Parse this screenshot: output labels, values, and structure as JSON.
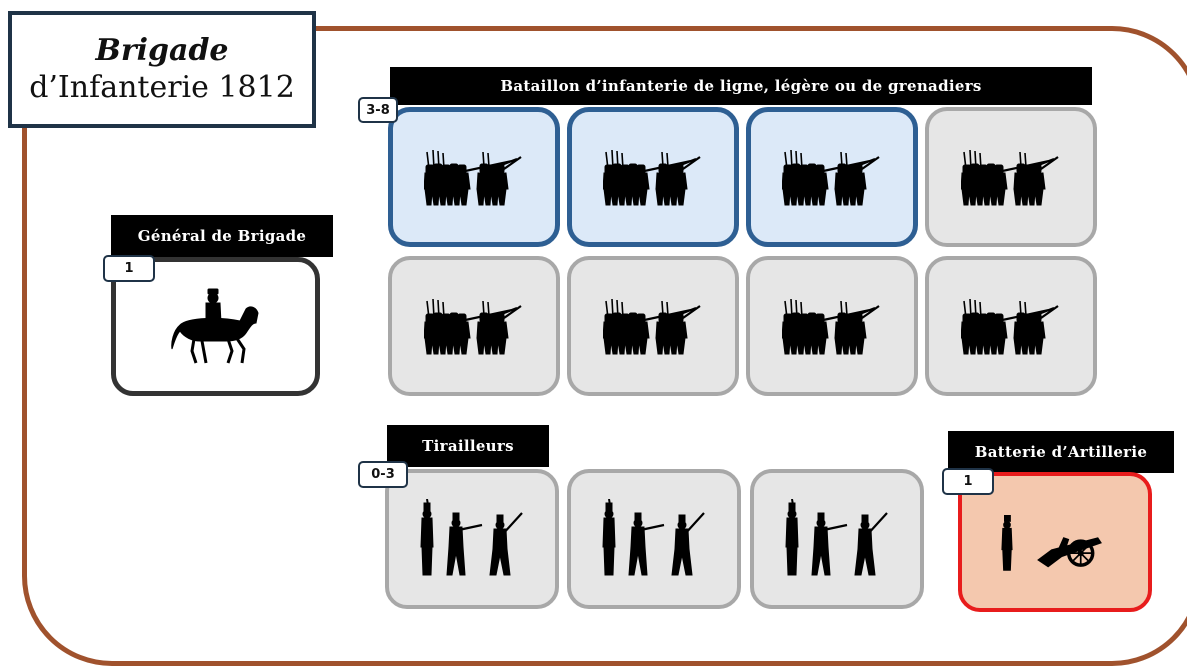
{
  "title": {
    "line1": "Brigade",
    "line2": "d’Infanterie 1812"
  },
  "battalions": {
    "banner": "Bataillon d’infanterie de ligne, légère ou de grenadiers",
    "count": "3-8"
  },
  "general": {
    "banner": "Général de Brigade",
    "count": "1"
  },
  "skirmishers": {
    "banner": "Tirailleurs",
    "count": "0-3"
  },
  "artillery": {
    "banner": "Batterie d’Artillerie",
    "count": "1"
  },
  "colors": {
    "frame": "#a0522d",
    "required_card": "#dce9f8",
    "required_border": "#2e5f93",
    "optional_card": "#e6e6e6",
    "optional_border": "#a8a8a8",
    "artillery_card": "#f4c8ae",
    "artillery_border": "#e81c1c"
  },
  "icons": {
    "battalion": "infantry-line-silhouette-icon",
    "general": "mounted-general-silhouette-icon",
    "skirmisher": "skirmishers-silhouette-icon",
    "artillery": "cannon-and-gunner-silhouette-icon"
  }
}
